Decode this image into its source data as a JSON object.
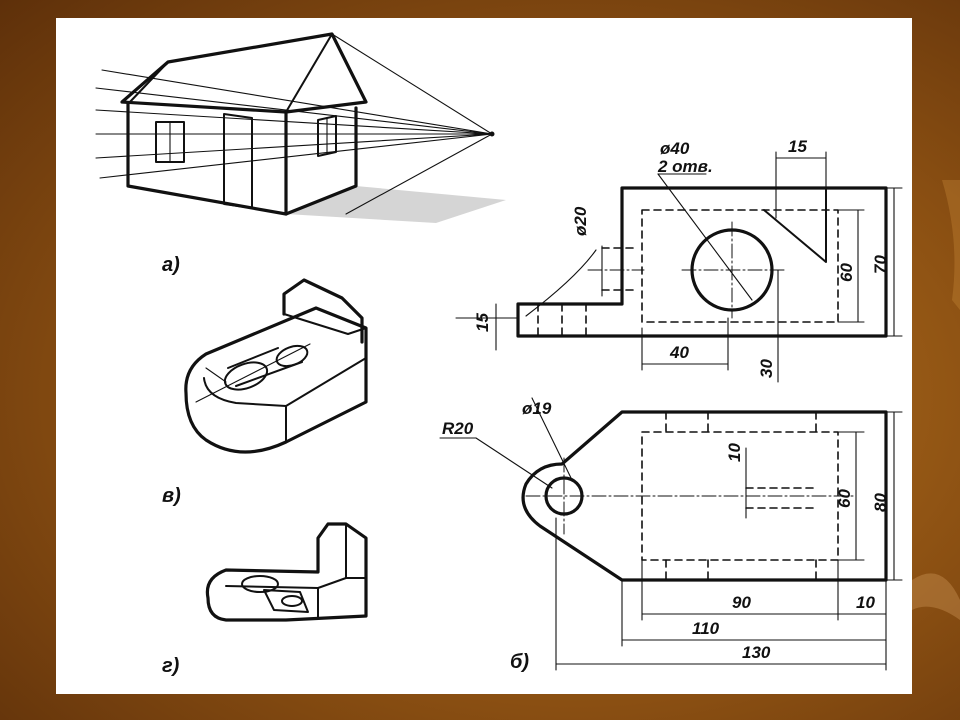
{
  "labels": {
    "a": "а)",
    "b": "б)",
    "v": "в)",
    "g": "г)"
  },
  "dimensions": {
    "phi40": "ø40",
    "holes": "2 отв.",
    "d15_top": "15",
    "phi20": "ø20",
    "d15_left": "15",
    "d70": "70",
    "d60_top": "60",
    "d40": "40",
    "d30": "30",
    "phi19": "ø19",
    "r20": "R20",
    "d10_inner": "10",
    "d60_bottom": "60",
    "d80": "80",
    "d90": "90",
    "d10_right": "10",
    "d110": "110",
    "d130": "130"
  },
  "colors": {
    "frame": "#8a4f12",
    "paper": "#ffffff",
    "ink": "#111111"
  }
}
